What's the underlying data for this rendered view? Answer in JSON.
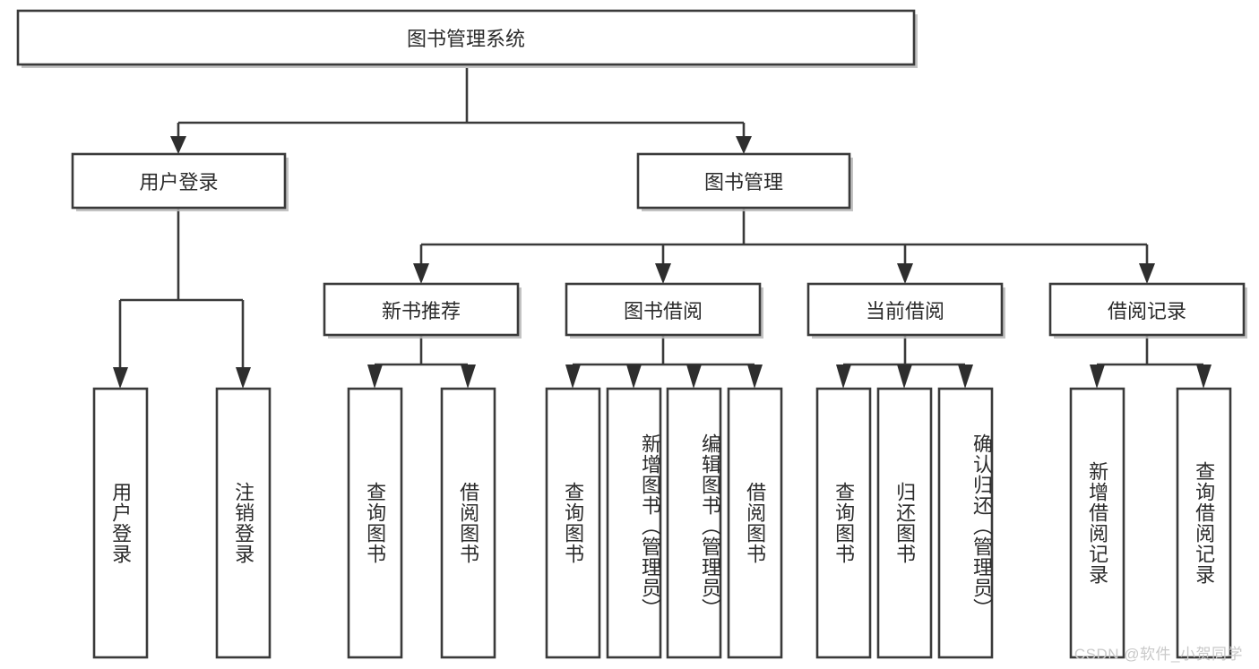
{
  "diagram": {
    "type": "tree-hierarchy",
    "title": "图书管理系统",
    "root": {
      "id": "root",
      "label": "图书管理系统",
      "orientation": "horizontal"
    },
    "level1": [
      {
        "id": "user-login",
        "label": "用户登录",
        "orientation": "horizontal"
      },
      {
        "id": "book-manage",
        "label": "图书管理",
        "orientation": "horizontal"
      }
    ],
    "level2": [
      {
        "id": "new-book-rec",
        "label": "新书推荐",
        "orientation": "horizontal",
        "parent": "book-manage"
      },
      {
        "id": "book-borrow",
        "label": "图书借阅",
        "orientation": "horizontal",
        "parent": "book-manage"
      },
      {
        "id": "current-borrow",
        "label": "当前借阅",
        "orientation": "horizontal",
        "parent": "book-manage"
      },
      {
        "id": "borrow-record",
        "label": "借阅记录",
        "orientation": "horizontal",
        "parent": "book-manage"
      }
    ],
    "leaves": [
      {
        "id": "leaf-user-login",
        "label": "用户登录",
        "orientation": "vertical",
        "parent": "user-login"
      },
      {
        "id": "leaf-user-logout",
        "label": "注销登录",
        "orientation": "vertical",
        "parent": "user-login"
      },
      {
        "id": "leaf-rec-query",
        "label": "查询图书",
        "orientation": "vertical",
        "parent": "new-book-rec"
      },
      {
        "id": "leaf-rec-borrow",
        "label": "借阅图书",
        "orientation": "vertical",
        "parent": "new-book-rec"
      },
      {
        "id": "leaf-borrow-query",
        "label": "查询图书",
        "orientation": "vertical",
        "parent": "book-borrow"
      },
      {
        "id": "leaf-borrow-add",
        "label": "新增图书（管理员）",
        "orientation": "vertical",
        "parent": "book-borrow"
      },
      {
        "id": "leaf-borrow-edit",
        "label": "编辑图书（管理员）",
        "orientation": "vertical",
        "parent": "book-borrow"
      },
      {
        "id": "leaf-borrow-lend",
        "label": "借阅图书",
        "orientation": "vertical",
        "parent": "book-borrow"
      },
      {
        "id": "leaf-current-query",
        "label": "查询图书",
        "orientation": "vertical",
        "parent": "current-borrow"
      },
      {
        "id": "leaf-current-return",
        "label": "归还图书",
        "orientation": "vertical",
        "parent": "current-borrow"
      },
      {
        "id": "leaf-current-confirm",
        "label": "确认归还（管理员）",
        "orientation": "vertical",
        "parent": "current-borrow"
      },
      {
        "id": "leaf-record-add",
        "label": "新增借阅记录",
        "orientation": "vertical",
        "parent": "borrow-record"
      },
      {
        "id": "leaf-record-query",
        "label": "查询借阅记录",
        "orientation": "vertical",
        "parent": "borrow-record"
      }
    ],
    "colors": {
      "background": "#ffffff",
      "box_fill": "#ffffff",
      "box_stroke": "#3a3a3a",
      "line": "#3a3a3a",
      "text": "#2b2b2b",
      "watermark": "#c9c9c9"
    }
  },
  "watermark": {
    "text": "CSDN @软件_小贺同学"
  }
}
